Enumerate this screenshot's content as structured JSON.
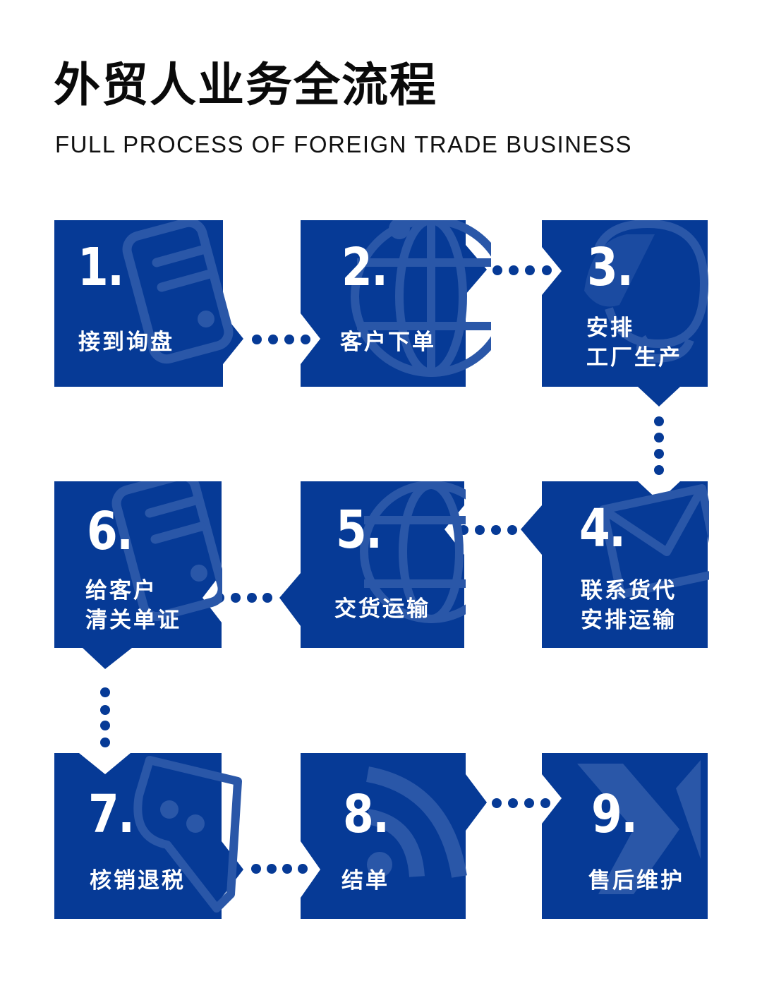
{
  "header": {
    "title": "外贸人业务全流程",
    "subtitle": "FULL PROCESS OF FOREIGN TRADE BUSINESS"
  },
  "colors": {
    "box": "#063a96",
    "icon_watermark": "#2a57a8",
    "text_on_box": "#ffffff",
    "connector_dots": "#063a96",
    "title": "#0a0a0a"
  },
  "steps": [
    {
      "number": "1.",
      "label": "接到询盘",
      "icon": "phone-document-icon"
    },
    {
      "number": "2.",
      "label": "客户下单",
      "icon": "globe-icon"
    },
    {
      "number": "3.",
      "label": "安排\n工厂生产",
      "icon": "mouse-cable-icon"
    },
    {
      "number": "4.",
      "label": "联系货代\n安排运输",
      "icon": "envelope-icon"
    },
    {
      "number": "5.",
      "label": "交货运输",
      "icon": "globe-icon"
    },
    {
      "number": "6.",
      "label": "给客户\n清关单证",
      "icon": "phone-document-icon"
    },
    {
      "number": "7.",
      "label": "核销退税",
      "icon": "chat-bubble-icon"
    },
    {
      "number": "8.",
      "label": "结单",
      "icon": "wifi-signal-icon"
    },
    {
      "number": "9.",
      "label": "售后维护",
      "icon": "send-arrow-icon"
    }
  ],
  "flow": [
    "1→2",
    "2→3",
    "3→4",
    "4→5",
    "5→6",
    "6→7",
    "7→8",
    "8→9"
  ]
}
